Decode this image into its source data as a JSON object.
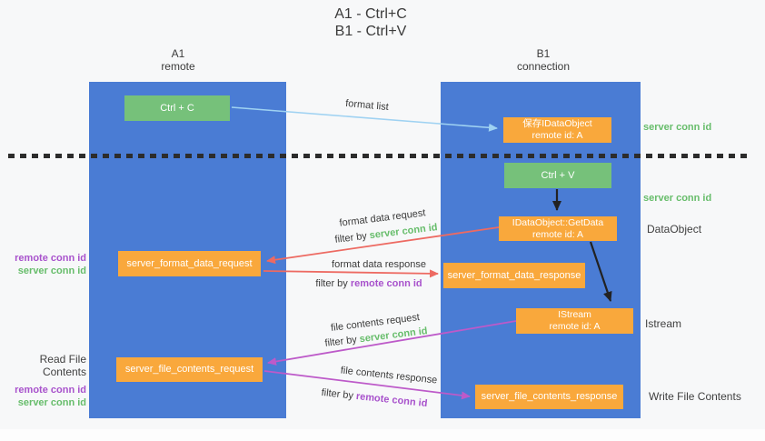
{
  "title": {
    "line1": "A1 - Ctrl+C",
    "line2": "B1 - Ctrl+V"
  },
  "lanes": {
    "a": {
      "name": "A1",
      "subtitle": "remote"
    },
    "b": {
      "name": "B1",
      "subtitle": "connection"
    }
  },
  "boxes": {
    "ctrl_c": "Ctrl + C",
    "ctrl_v": "Ctrl + V",
    "save_idataobject": {
      "line1": "保存IDataObject",
      "line2": "remote id: A"
    },
    "getdata": {
      "line1": "IDataObject::GetData",
      "line2": "remote id: A"
    },
    "istream": {
      "line1": "IStream",
      "line2": "remote id: A"
    },
    "format_request": "server_format_data_request",
    "format_response": "server_format_data_response",
    "file_request": "server_file_contents_request",
    "file_response": "server_file_contents_response"
  },
  "flow_labels": {
    "format_list": "format list",
    "format_data_request": "format data request",
    "format_data_response": "format data response",
    "file_contents_request": "file contents request",
    "file_contents_response": "file contents response",
    "filter_by": "filter by",
    "server_conn_id": "server conn id",
    "remote_conn_id": "remote conn id"
  },
  "side_labels": {
    "read_file_contents": "Read File Contents",
    "write_file_contents": "Write File Contents",
    "dataobject": "DataObject",
    "istream": "Istream",
    "server_conn_id": "server conn id",
    "remote_conn_id": "remote conn id"
  },
  "colors": {
    "lane_fill": "#4a7cd4",
    "box_orange": "#f9a83c",
    "box_green": "#76c17a",
    "arrow_blue": "#9fd2f2",
    "arrow_red": "#ed6a62",
    "arrow_magenta": "#bd5ac9",
    "arrow_black": "#222222",
    "text_green": "#67bd6b",
    "text_purple": "#a852cc",
    "divider_black": "#2c2c2c"
  }
}
